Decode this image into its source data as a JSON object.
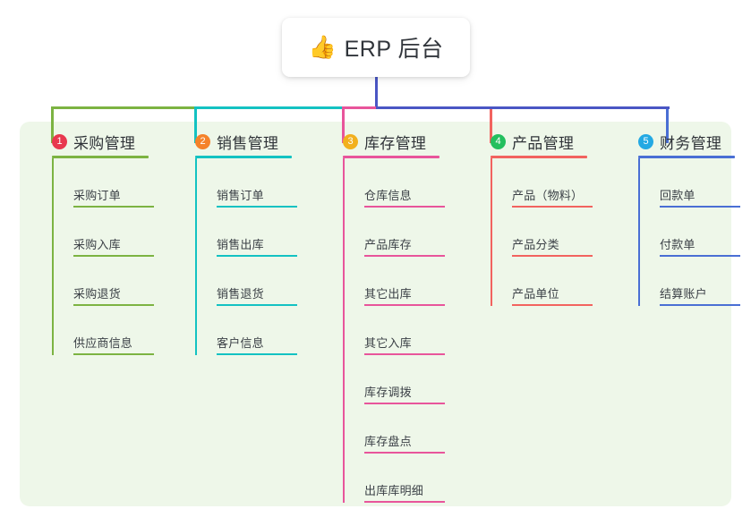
{
  "diagram": {
    "type": "mindmap",
    "root": {
      "icon": "thumbs-up-emoji",
      "icon_glyph": "👍",
      "title": "ERP 后台"
    },
    "panel_color": "#eef7e9",
    "root_connector_color": "#4a56c4",
    "branches": [
      {
        "number": "1",
        "title": "采购管理",
        "line_color": "#7cb342",
        "badge_color": "#e8384f",
        "items": [
          "采购订单",
          "采购入库",
          "采购退货",
          "供应商信息"
        ]
      },
      {
        "number": "2",
        "title": "销售管理",
        "line_color": "#13c2c2",
        "badge_color": "#f5822a",
        "items": [
          "销售订单",
          "销售出库",
          "销售退货",
          "客户信息"
        ]
      },
      {
        "number": "3",
        "title": "库存管理",
        "line_color": "#e8559b",
        "badge_color": "#f2b01e",
        "items": [
          "仓库信息",
          "产品库存",
          "其它出库",
          "其它入库",
          "库存调拨",
          "库存盘点",
          "出库库明细"
        ]
      },
      {
        "number": "4",
        "title": "产品管理",
        "line_color": "#f2635f",
        "badge_color": "#23bf5e",
        "items": [
          "产品（物料）",
          "产品分类",
          "产品单位"
        ]
      },
      {
        "number": "5",
        "title": "财务管理",
        "line_color": "#4a6fd4",
        "badge_color": "#24a9e3",
        "items": [
          "回款单",
          "付款单",
          "结算账户"
        ]
      }
    ]
  }
}
